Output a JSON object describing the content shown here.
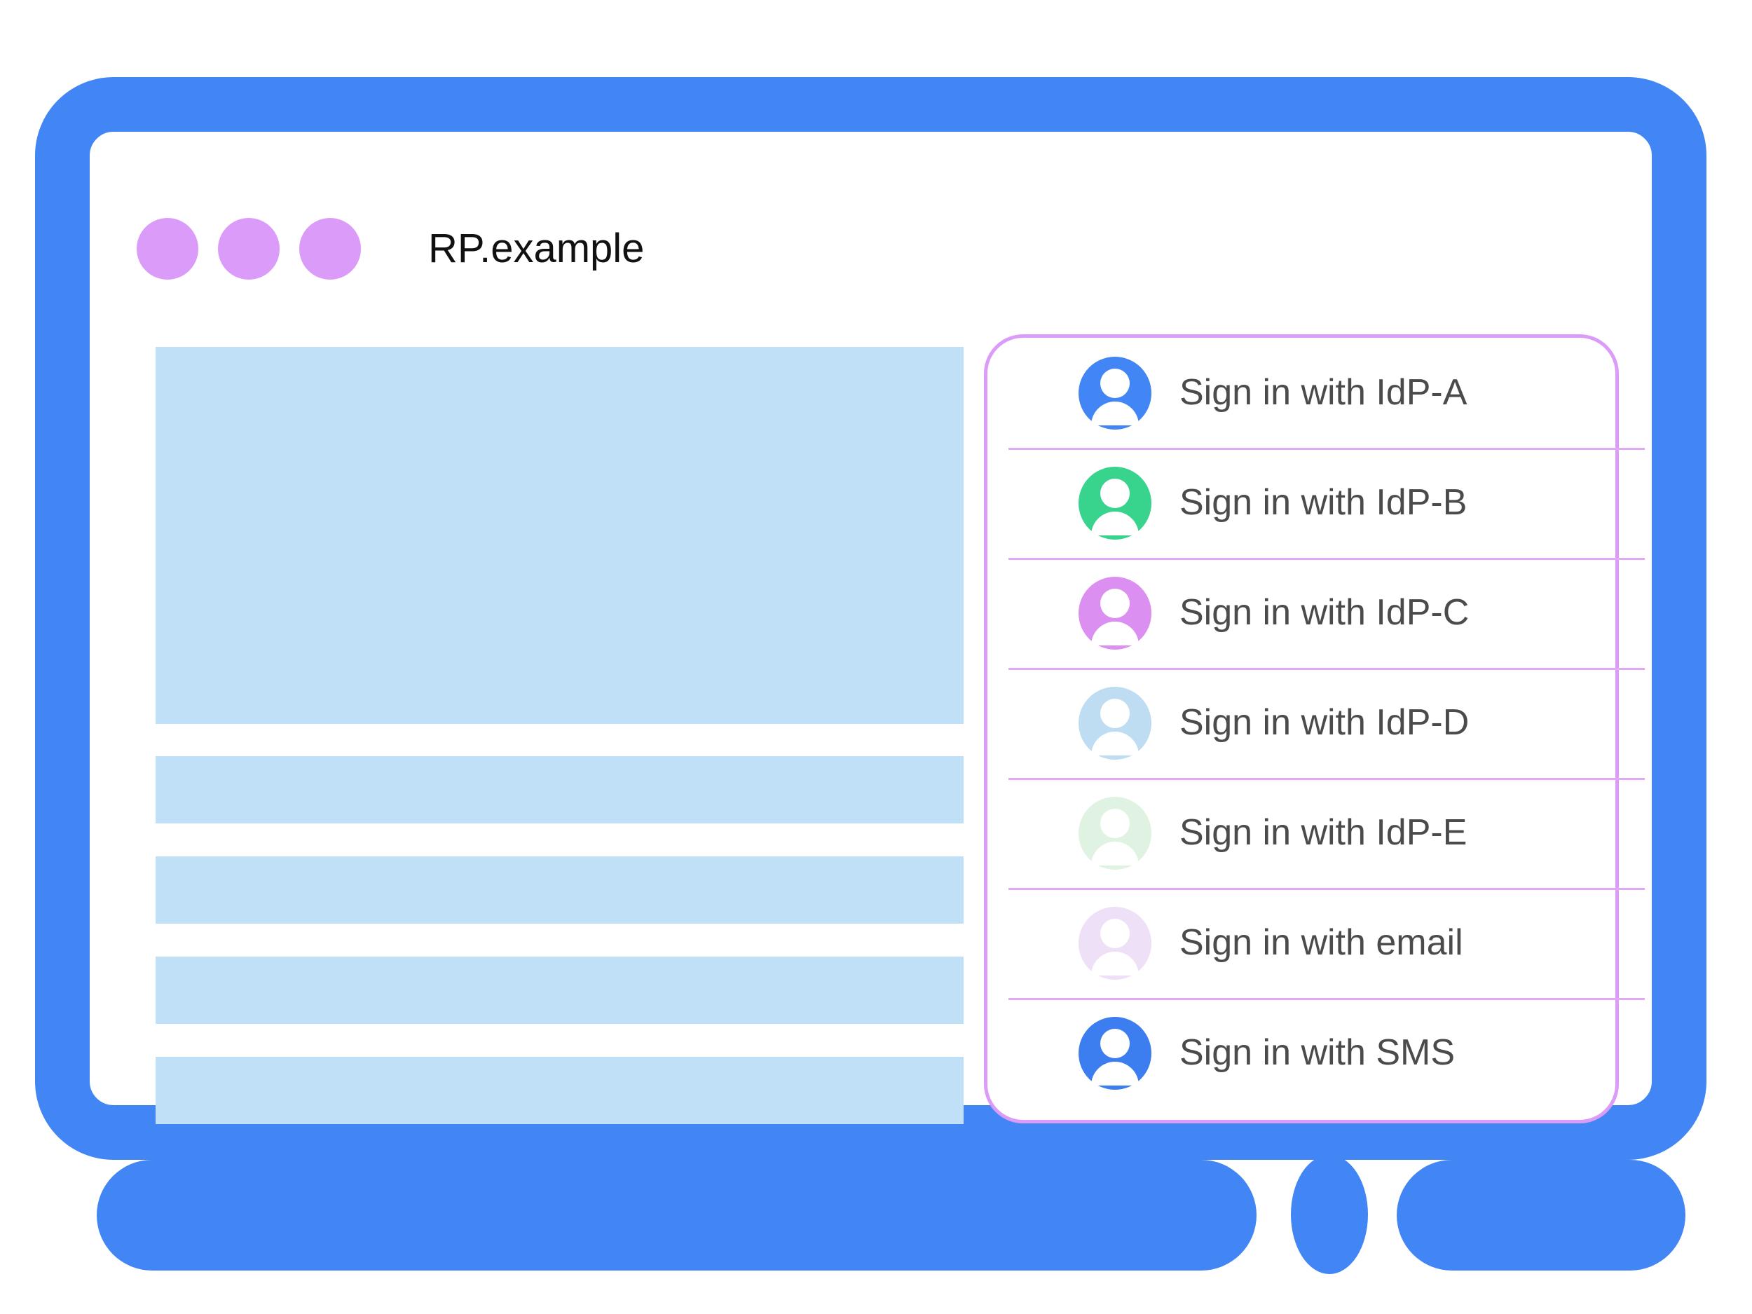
{
  "window": {
    "frame_color": "#4285F4",
    "titlebar": {
      "dots": [
        {
          "name": "window-dot-1",
          "color": "#DB9BF9"
        },
        {
          "name": "window-dot-2",
          "color": "#DB9BF9"
        },
        {
          "name": "window-dot-3",
          "color": "#DB9BF9"
        }
      ],
      "site_title": "RP.example"
    }
  },
  "page_content": {
    "placeholder_color": "#BFE0F7",
    "blocks": [
      {
        "name": "hero-placeholder",
        "kind": "hero"
      },
      {
        "name": "text-line-placeholder-1",
        "kind": "bar"
      },
      {
        "name": "text-line-placeholder-2",
        "kind": "bar"
      },
      {
        "name": "text-line-placeholder-3",
        "kind": "bar"
      },
      {
        "name": "text-line-placeholder-4",
        "kind": "bar"
      }
    ]
  },
  "account_chooser": {
    "border_color": "#DB9BF9",
    "separator_color": "#E0A8F5",
    "label_color": "#4B4B4B",
    "items": [
      {
        "label": "Sign in with IdP-A",
        "avatar_color": "#4285F4",
        "icon": "person-avatar-icon"
      },
      {
        "label": "Sign in with IdP-B",
        "avatar_color": "#38D38D",
        "icon": "person-avatar-icon"
      },
      {
        "label": "Sign in with IdP-C",
        "avatar_color": "#DB8FF1",
        "icon": "person-avatar-icon"
      },
      {
        "label": "Sign in with IdP-D",
        "avatar_color": "#BFDDF2",
        "icon": "person-avatar-icon"
      },
      {
        "label": "Sign in with IdP-E",
        "avatar_color": "#E0F3E2",
        "icon": "person-avatar-icon"
      },
      {
        "label": "Sign in with email",
        "avatar_color": "#EDE0F7",
        "icon": "person-avatar-icon"
      },
      {
        "label": "Sign in with SMS",
        "avatar_color": "#3C7EEF",
        "icon": "person-avatar-icon"
      }
    ]
  }
}
